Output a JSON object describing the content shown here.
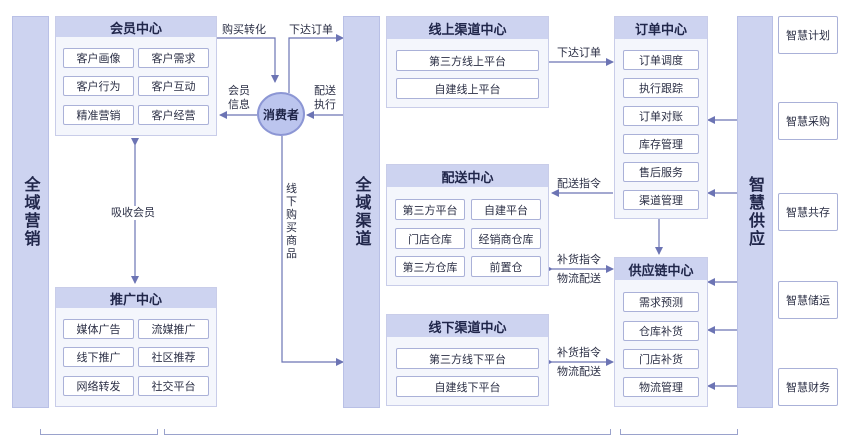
{
  "sections": {
    "marketing": "全域营销",
    "channel": "全域渠道",
    "supply": "智慧供应"
  },
  "member": {
    "title": "会员中心",
    "items": [
      "客户画像",
      "客户需求",
      "客户行为",
      "客户互动",
      "精准营销",
      "客户经营"
    ]
  },
  "promotion": {
    "title": "推广中心",
    "items": [
      "媒体广告",
      "流媒推广",
      "线下推广",
      "社区推荐",
      "网络转发",
      "社交平台"
    ]
  },
  "consumer": "消费者",
  "online": {
    "title": "线上渠道中心",
    "items": [
      "第三方线上平台",
      "自建线上平台"
    ]
  },
  "delivery": {
    "title": "配送中心",
    "items": [
      "第三方平台",
      "自建平台",
      "门店仓库",
      "经销商仓库",
      "第三方仓库",
      "前置仓"
    ]
  },
  "offline": {
    "title": "线下渠道中心",
    "items": [
      "第三方线下平台",
      "自建线下平台"
    ]
  },
  "order": {
    "title": "订单中心",
    "items": [
      "订单调度",
      "执行跟踪",
      "订单对账",
      "库存管理",
      "售后服务",
      "渠道管理"
    ]
  },
  "supplychain": {
    "title": "供应链中心",
    "items": [
      "需求预测",
      "仓库补货",
      "门店补货",
      "物流管理"
    ]
  },
  "smart": [
    "智慧计划",
    "智慧采购",
    "智慧共存",
    "智慧储运",
    "智慧财务"
  ],
  "labels": {
    "purchase_convert": "购买转化",
    "place_order_top": "下达订单",
    "member_info": "会员\n信息",
    "delivery_exec": "配送\n执行",
    "absorb_member": "吸收会员",
    "offline_buy": "线\n下\n购\n买\n商\n品",
    "place_order_online": "下达订单",
    "delivery_cmd": "配送指令",
    "replenish_1": "补货指令",
    "logistics_1": "物流配送",
    "replenish_2": "补货指令",
    "logistics_2": "物流配送"
  },
  "colors": {
    "accent": "#cdd3f0",
    "line": "#6c74b4",
    "panel": "#f4f6fc"
  }
}
